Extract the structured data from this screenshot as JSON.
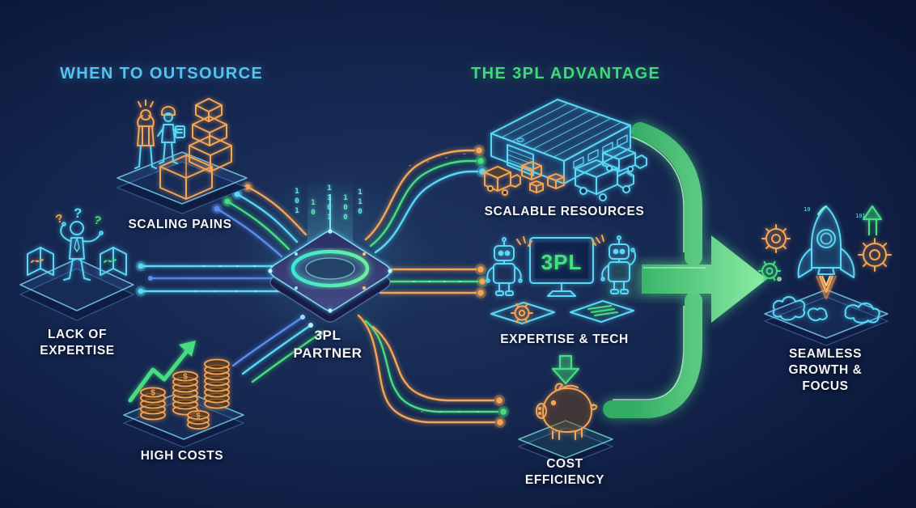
{
  "titles": {
    "left": "WHEN TO OUTSOURCE",
    "right": "THE 3PL ADVANTAGE"
  },
  "labels": {
    "scaling_pains": "SCALING PAINS",
    "lack_1": "LACK OF",
    "lack_2": "EXPERTISE",
    "high_costs": "HIGH COSTS",
    "partner_1": "3PL",
    "partner_2": "PARTNER",
    "scalable_resources": "SCALABLE RESOURCES",
    "expertise_tech": "EXPERTISE & TECH",
    "cost_1": "COST",
    "cost_2": "EFFICIENCY",
    "outcome_1": "SEAMLESS",
    "outcome_2": "GROWTH &",
    "outcome_3": "FOCUS",
    "monitor": "3PL"
  },
  "decor": {
    "binary": [
      "101",
      "10",
      "1101",
      "100",
      "110"
    ],
    "qmarks": [
      "?",
      "?",
      "?"
    ],
    "dollar": "$",
    "rocket_bits": [
      "10",
      "101"
    ]
  },
  "colors": {
    "background": "#152750",
    "cyan": "#5ad8f5",
    "green": "#47dd82",
    "orange": "#f5a556",
    "blue": "#5b8dee",
    "title_left": "#56c3ef",
    "title_right": "#41d87b",
    "label_text": "#f3f5fa"
  }
}
